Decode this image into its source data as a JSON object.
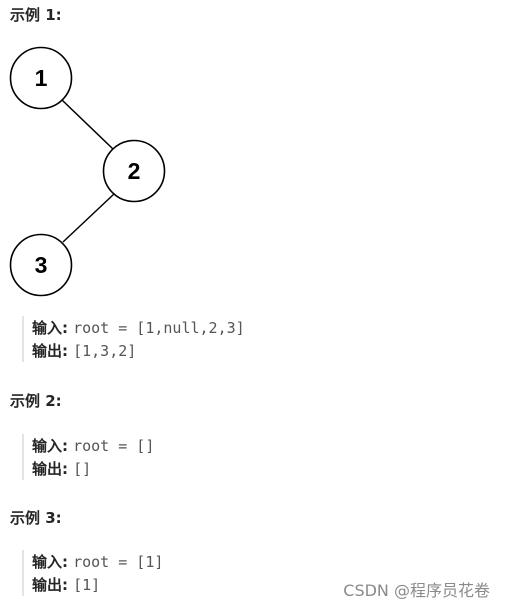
{
  "examples": [
    {
      "heading": "示例 1:",
      "input_label": "输入:",
      "input_value": "root = [1,null,2,3]",
      "output_label": "输出:",
      "output_value": "[1,3,2]"
    },
    {
      "heading": "示例 2:",
      "input_label": "输入:",
      "input_value": "root = []",
      "output_label": "输出:",
      "output_value": "[]"
    },
    {
      "heading": "示例 3:",
      "input_label": "输入:",
      "input_value": "root = [1]",
      "output_label": "输出:",
      "output_value": "[1]"
    }
  ],
  "tree": {
    "nodes": [
      "1",
      "2",
      "3"
    ]
  },
  "watermark": "CSDN @程序员花卷"
}
